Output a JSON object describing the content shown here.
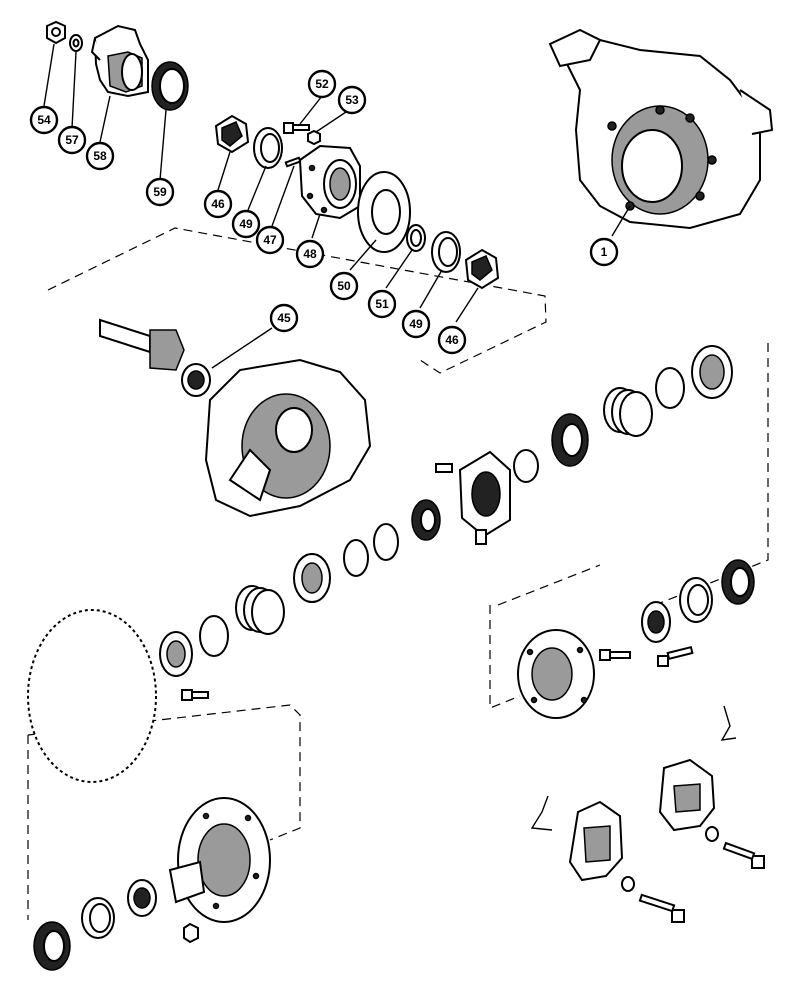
{
  "diagram": {
    "callouts": [
      {
        "id": "c54",
        "label": "54"
      },
      {
        "id": "c57",
        "label": "57"
      },
      {
        "id": "c58",
        "label": "58"
      },
      {
        "id": "c59",
        "label": "59"
      },
      {
        "id": "c52",
        "label": "52"
      },
      {
        "id": "c53",
        "label": "53"
      },
      {
        "id": "c46a",
        "label": "46"
      },
      {
        "id": "c49a",
        "label": "49"
      },
      {
        "id": "c47",
        "label": "47"
      },
      {
        "id": "c48",
        "label": "48"
      },
      {
        "id": "c50",
        "label": "50"
      },
      {
        "id": "c51",
        "label": "51"
      },
      {
        "id": "c49b",
        "label": "49"
      },
      {
        "id": "c46b",
        "label": "46"
      },
      {
        "id": "c45",
        "label": "45"
      },
      {
        "id": "c1",
        "label": "1"
      }
    ]
  },
  "colors": {
    "ink": "#000000",
    "paper": "#ffffff",
    "shade": "#9a9a9a"
  }
}
